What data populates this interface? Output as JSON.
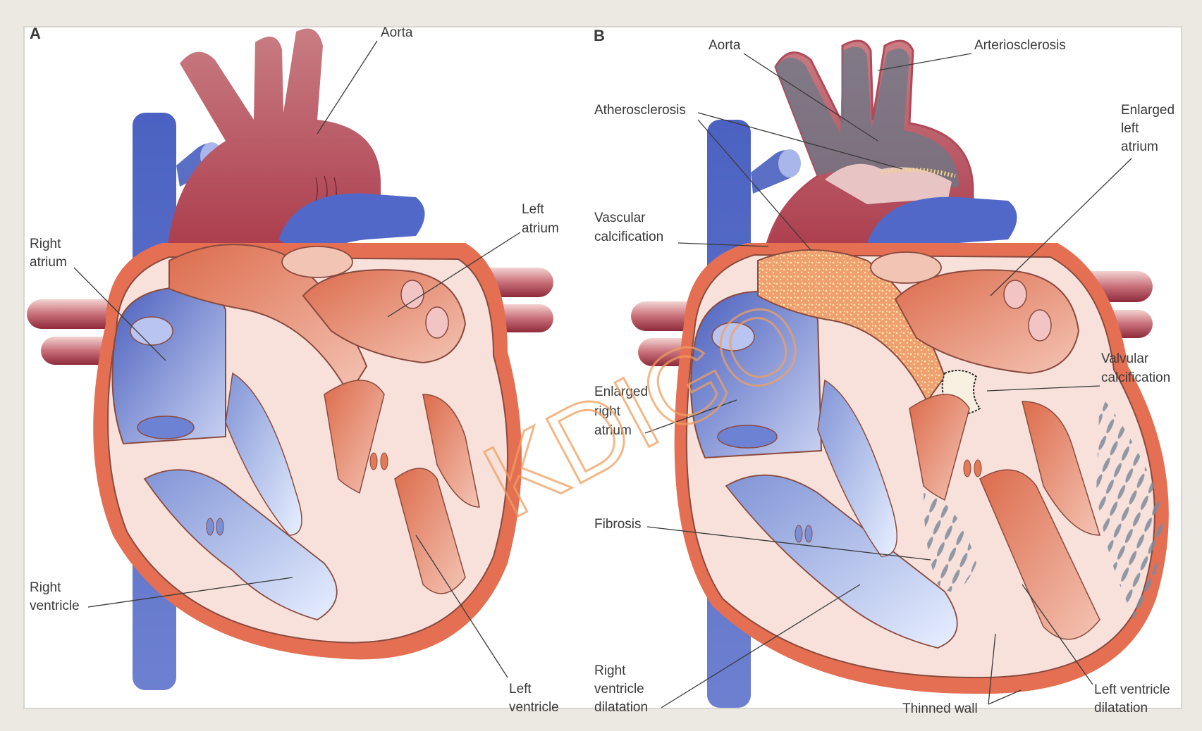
{
  "panels": [
    {
      "id": "A",
      "labels": {
        "aorta": "Aorta",
        "right_atrium": [
          "Right",
          "atrium"
        ],
        "left_atrium": [
          "Left",
          "atrium"
        ],
        "right_ventricle": [
          "Right",
          "ventricle"
        ],
        "left_ventricle": [
          "Left",
          "ventricle"
        ]
      }
    },
    {
      "id": "B",
      "labels": {
        "aorta": "Aorta",
        "arteriosclerosis": "Arteriosclerosis",
        "atherosclerosis": "Atherosclerosis",
        "enlarged_left_atrium": [
          "Enlarged",
          "left",
          "atrium"
        ],
        "vascular_calcification": [
          "Vascular",
          "calcification"
        ],
        "valvular_calcification": [
          "Valvular",
          "calcification"
        ],
        "enlarged_right_atrium": [
          "Enlarged",
          "right",
          "atrium"
        ],
        "fibrosis": "Fibrosis",
        "right_ventricle_dilatation": [
          "Right",
          "ventricle",
          "dilatation"
        ],
        "thinned_wall": "Thinned wall",
        "left_ventricle_dilatation": [
          "Left ventricle",
          "dilatation"
        ]
      }
    }
  ],
  "watermark": "KDIGO",
  "colors": {
    "vein_blue": "#5a6fc4",
    "aorta_red": "#b8505c",
    "muscle_orange": "#e07a58",
    "interior_pink": "#f7e1da",
    "calcification": "#f2d48a"
  }
}
